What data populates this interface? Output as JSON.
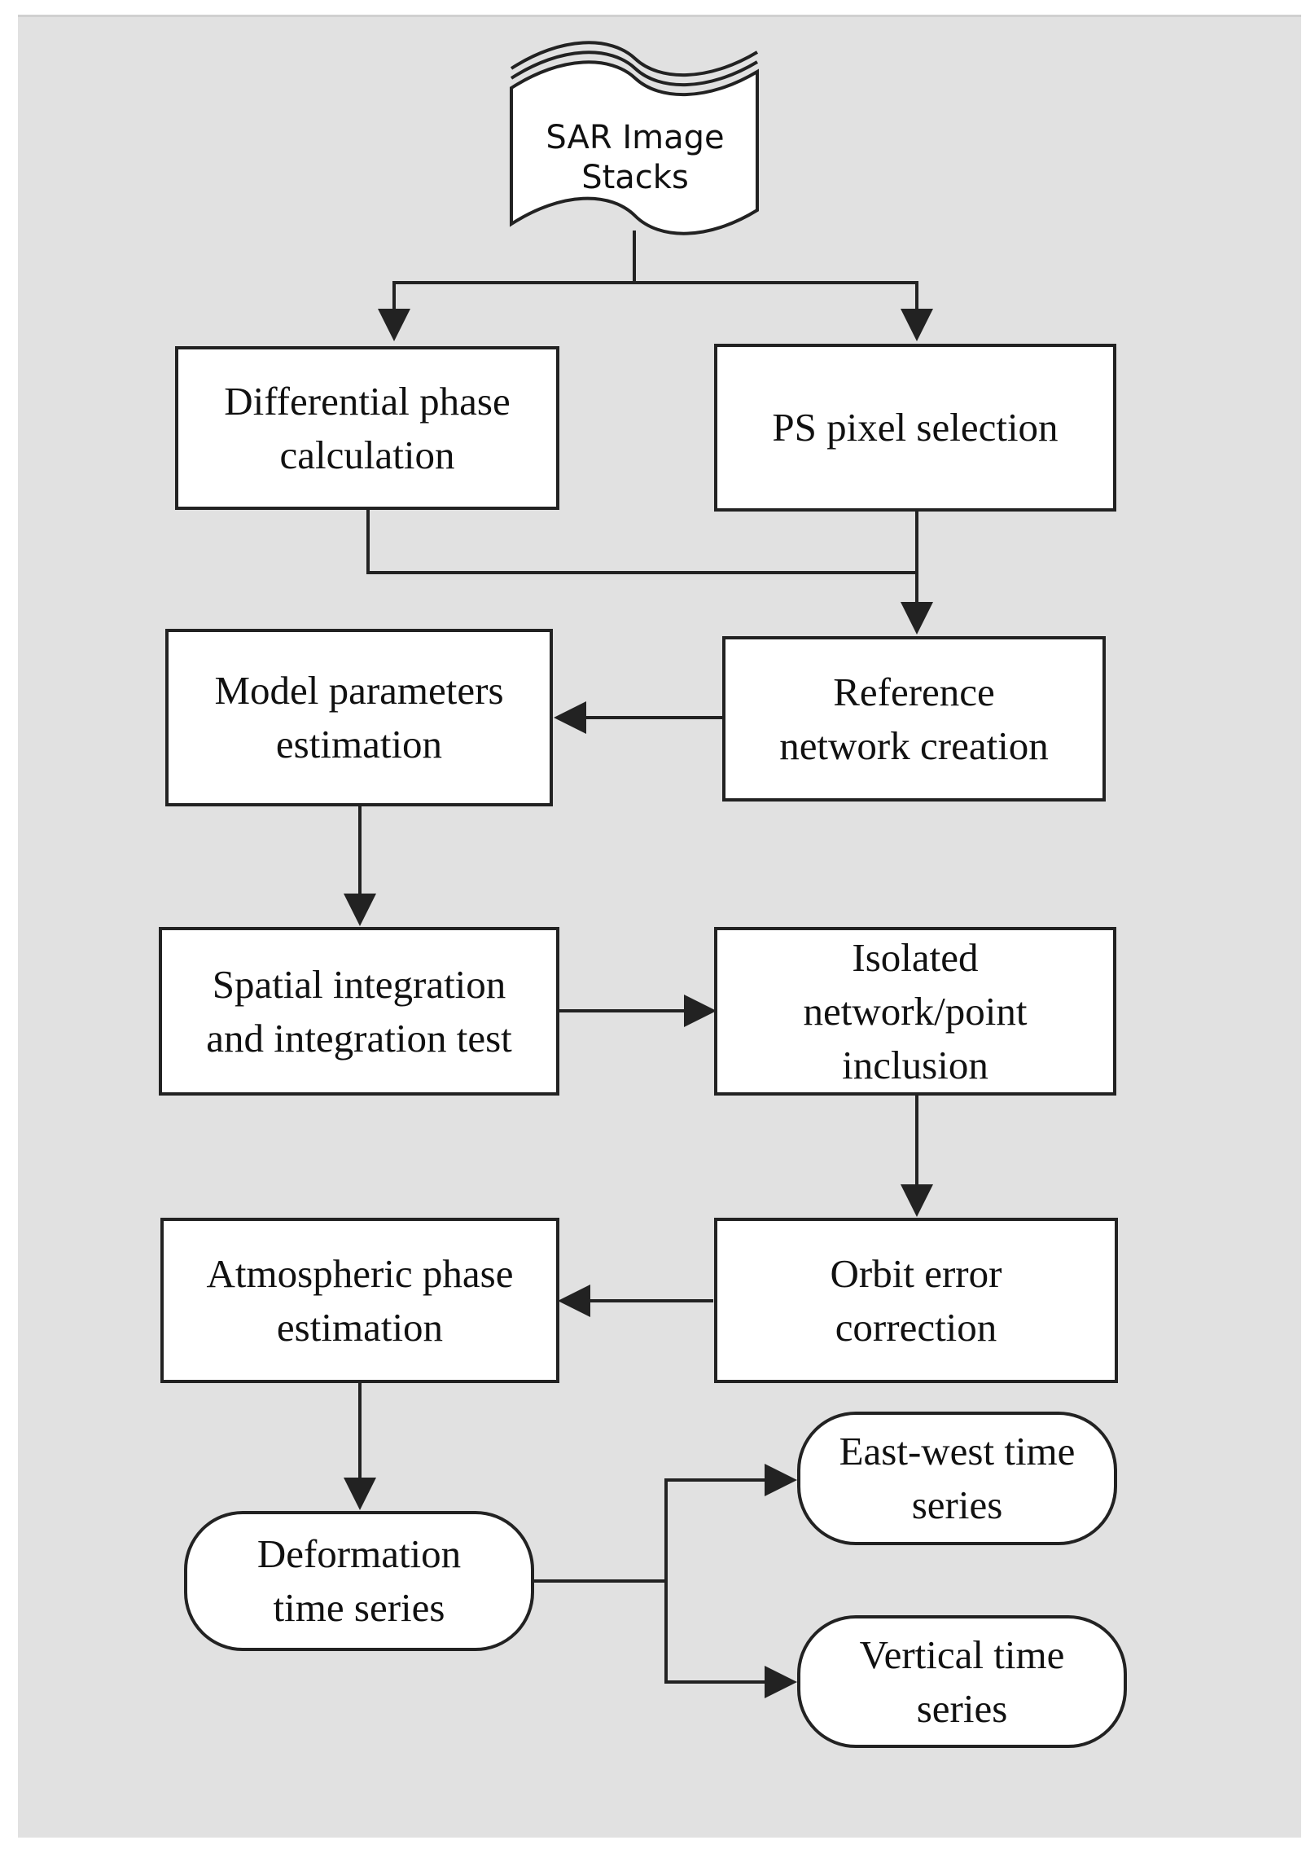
{
  "diagram": {
    "input": {
      "label": "SAR Image\nStacks"
    },
    "steps": {
      "differential_phase": "Differential phase\ncalculation",
      "ps_pixel_selection": "PS pixel selection",
      "model_parameters": "Model parameters\nestimation",
      "reference_network": "Reference\nnetwork creation",
      "spatial_integration": "Spatial integration\nand integration test",
      "isolated_network": "Isolated\nnetwork/point\ninclusion",
      "atmospheric_phase": "Atmospheric phase\nestimation",
      "orbit_error": "Orbit error\ncorrection"
    },
    "outputs": {
      "deformation": "Deformation\ntime series",
      "east_west": "East-west time\nseries",
      "vertical": "Vertical time\nseries"
    }
  }
}
